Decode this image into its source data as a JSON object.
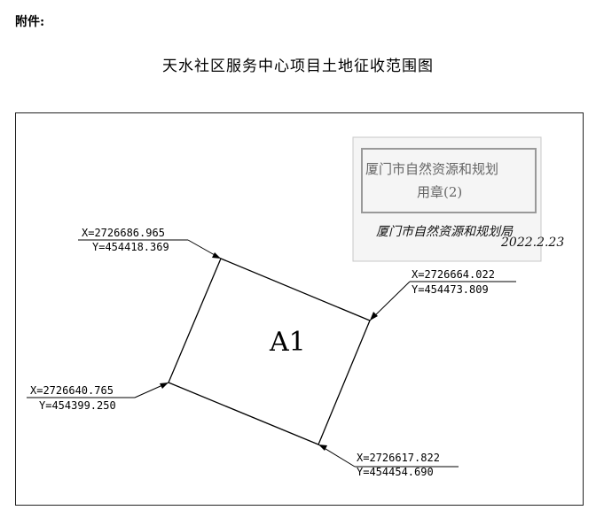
{
  "document": {
    "attachment_label": "附件:",
    "title": "天水社区服务中心项目土地征收范围图"
  },
  "map": {
    "parcel_label": "A1",
    "vertices": [
      {
        "id": "top",
        "x_text": "X=2726686.965",
        "y_text": "Y=454418.369"
      },
      {
        "id": "right",
        "x_text": "X=2726664.022",
        "y_text": "Y=454473.809"
      },
      {
        "id": "left",
        "x_text": "X=2726640.765",
        "y_text": "Y=454399.250"
      },
      {
        "id": "bottom",
        "x_text": "X=2726617.822",
        "y_text": "Y=454454.690"
      }
    ]
  },
  "stamp": {
    "text_line1": "厦门市自然资源和规划",
    "text_line2": "用章(2)",
    "signature": "厦门市自然资源和规划局",
    "date": "2022.2.23"
  }
}
